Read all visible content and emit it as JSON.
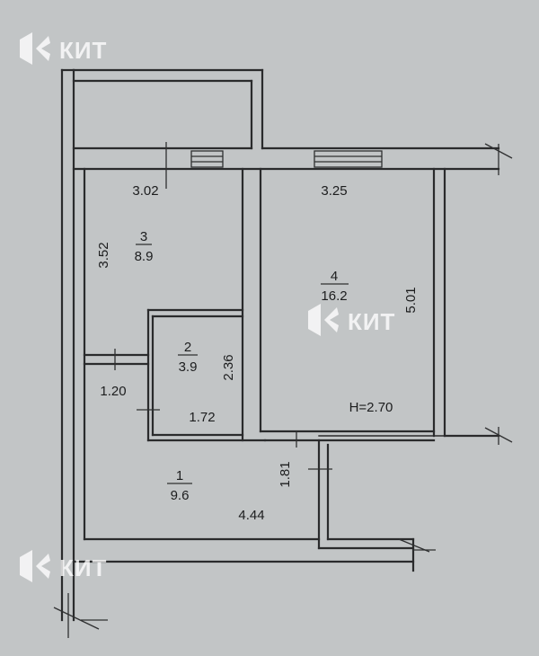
{
  "watermark": {
    "brand": "КИТ"
  },
  "rooms": [
    {
      "number": "1",
      "area": "9.6"
    },
    {
      "number": "2",
      "area": "3.9"
    },
    {
      "number": "3",
      "area": "8.9"
    },
    {
      "number": "4",
      "area": "16.2"
    }
  ],
  "dimensions": {
    "room3_width": "3.02",
    "room3_height": "3.52",
    "room4_width": "3.25",
    "room4_height": "5.01",
    "room2_height": "2.36",
    "room2_width": "1.72",
    "hall_passage": "1.20",
    "hall_depth": "1.81",
    "hall_width": "4.44"
  },
  "ceiling_height": "H=2.70"
}
